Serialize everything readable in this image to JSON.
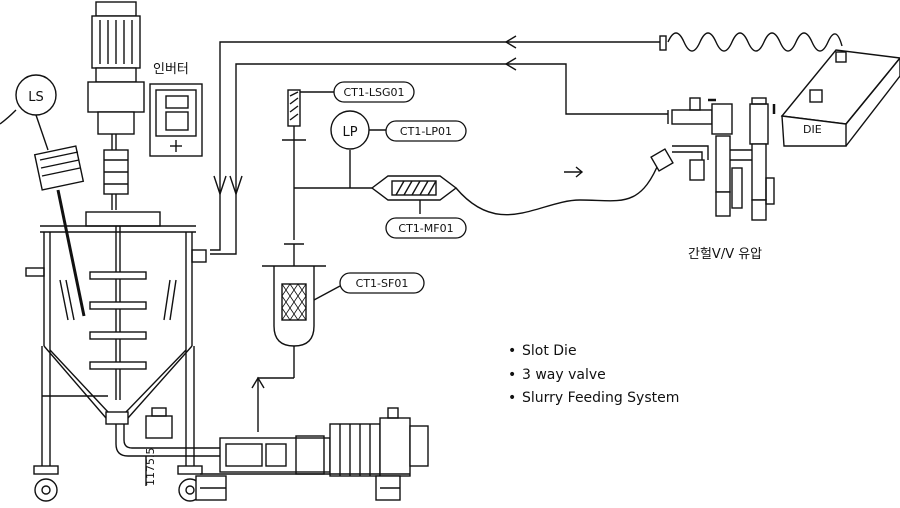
{
  "tags": {
    "level_switch": "LS",
    "level_indicator": "LP",
    "lsg": "CT1-LSG01",
    "lp": "CT1-LP01",
    "mf": "CT1-MF01",
    "sf": "CT1-SF01",
    "die": "DIE"
  },
  "labels": {
    "inverter": "인버터",
    "valve_note": "간헐V/V 유압",
    "dimension": "1175.5"
  },
  "notes": {
    "items": [
      "Slot Die",
      "3 way valve",
      "Slurry Feeding System"
    ]
  }
}
